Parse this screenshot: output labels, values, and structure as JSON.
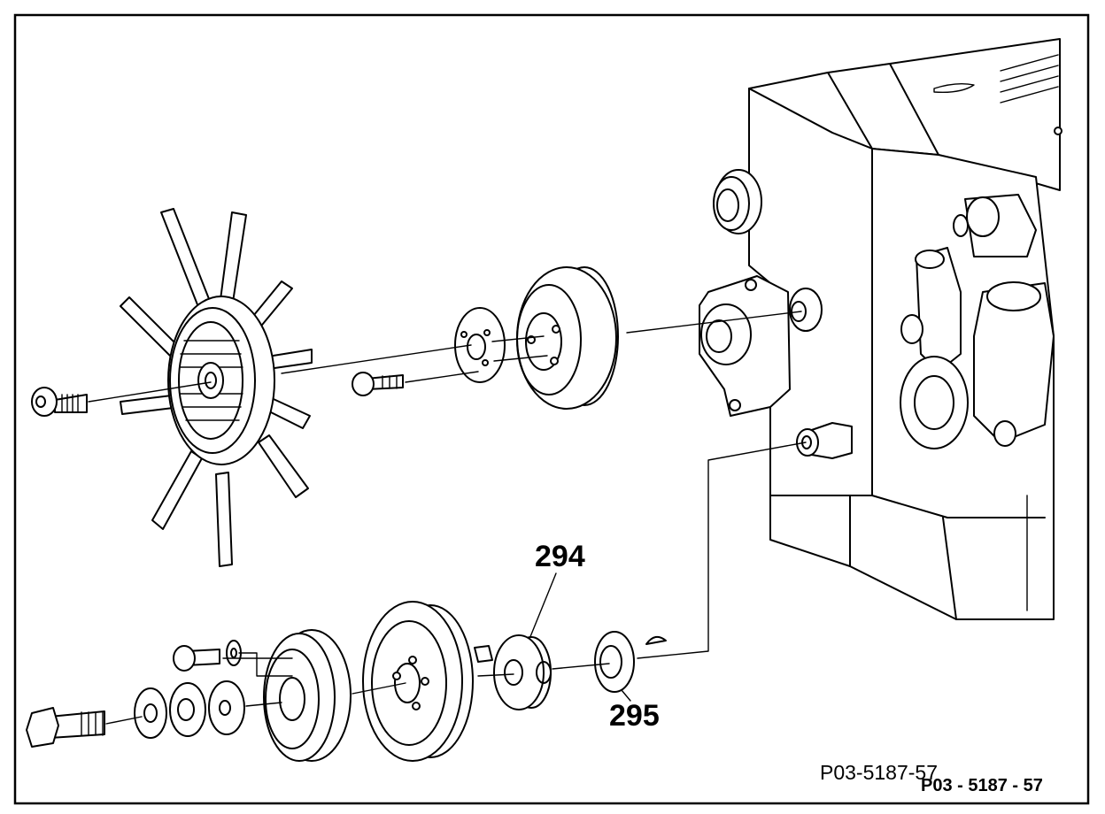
{
  "figure": {
    "callouts": {
      "part_294": "294",
      "part_295": "295"
    },
    "reference_number": "P03-5187-57",
    "reference_number_bold": "P03 - 5187 - 57"
  }
}
